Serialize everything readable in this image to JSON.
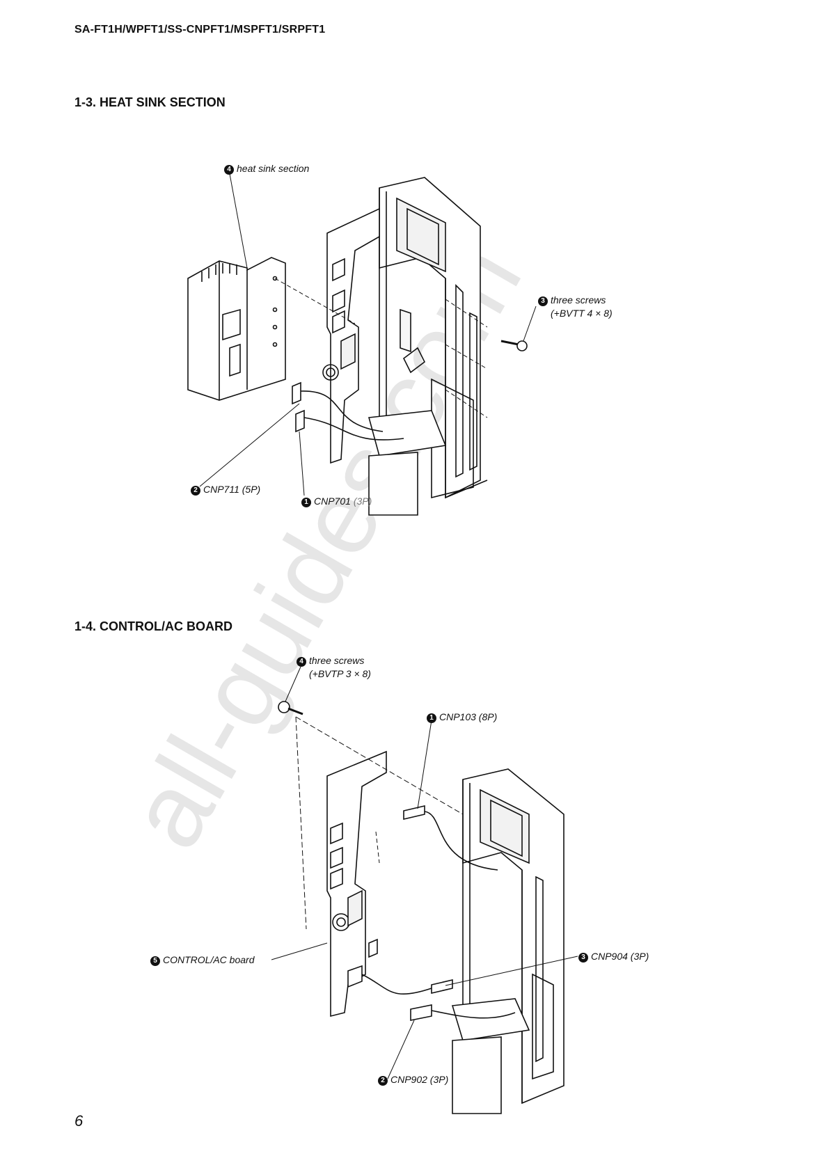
{
  "header": {
    "model": "SA-FT1H/WPFT1/SS-CNPFT1/MSPFT1/SRPFT1"
  },
  "sections": [
    {
      "title": "1-3.   HEAT SINK SECTION",
      "callouts": [
        {
          "num": "4",
          "line1": "heat sink section",
          "line2": ""
        },
        {
          "num": "3",
          "line1": "three screws",
          "line2": "(+BVTT 4 × 8)"
        },
        {
          "num": "2",
          "line1": "CNP711 (5P)",
          "line2": ""
        },
        {
          "num": "1",
          "line1": "CNP701",
          "line1b": "(3P)",
          "line2": ""
        }
      ]
    },
    {
      "title": "1-4.   CONTROL/AC BOARD",
      "callouts": [
        {
          "num": "4",
          "line1": "three screws",
          "line2": "(+BVTP 3 × 8)"
        },
        {
          "num": "1",
          "line1": "CNP103 (8P)",
          "line2": ""
        },
        {
          "num": "5",
          "line1": "CONTROL/AC board",
          "line2": ""
        },
        {
          "num": "3",
          "line1": "CNP904 (3P)",
          "line2": ""
        },
        {
          "num": "2",
          "line1": "CNP902 (3P)",
          "line2": ""
        }
      ]
    }
  ],
  "watermark": "all-guides.com",
  "footer": {
    "page_number": "6"
  }
}
